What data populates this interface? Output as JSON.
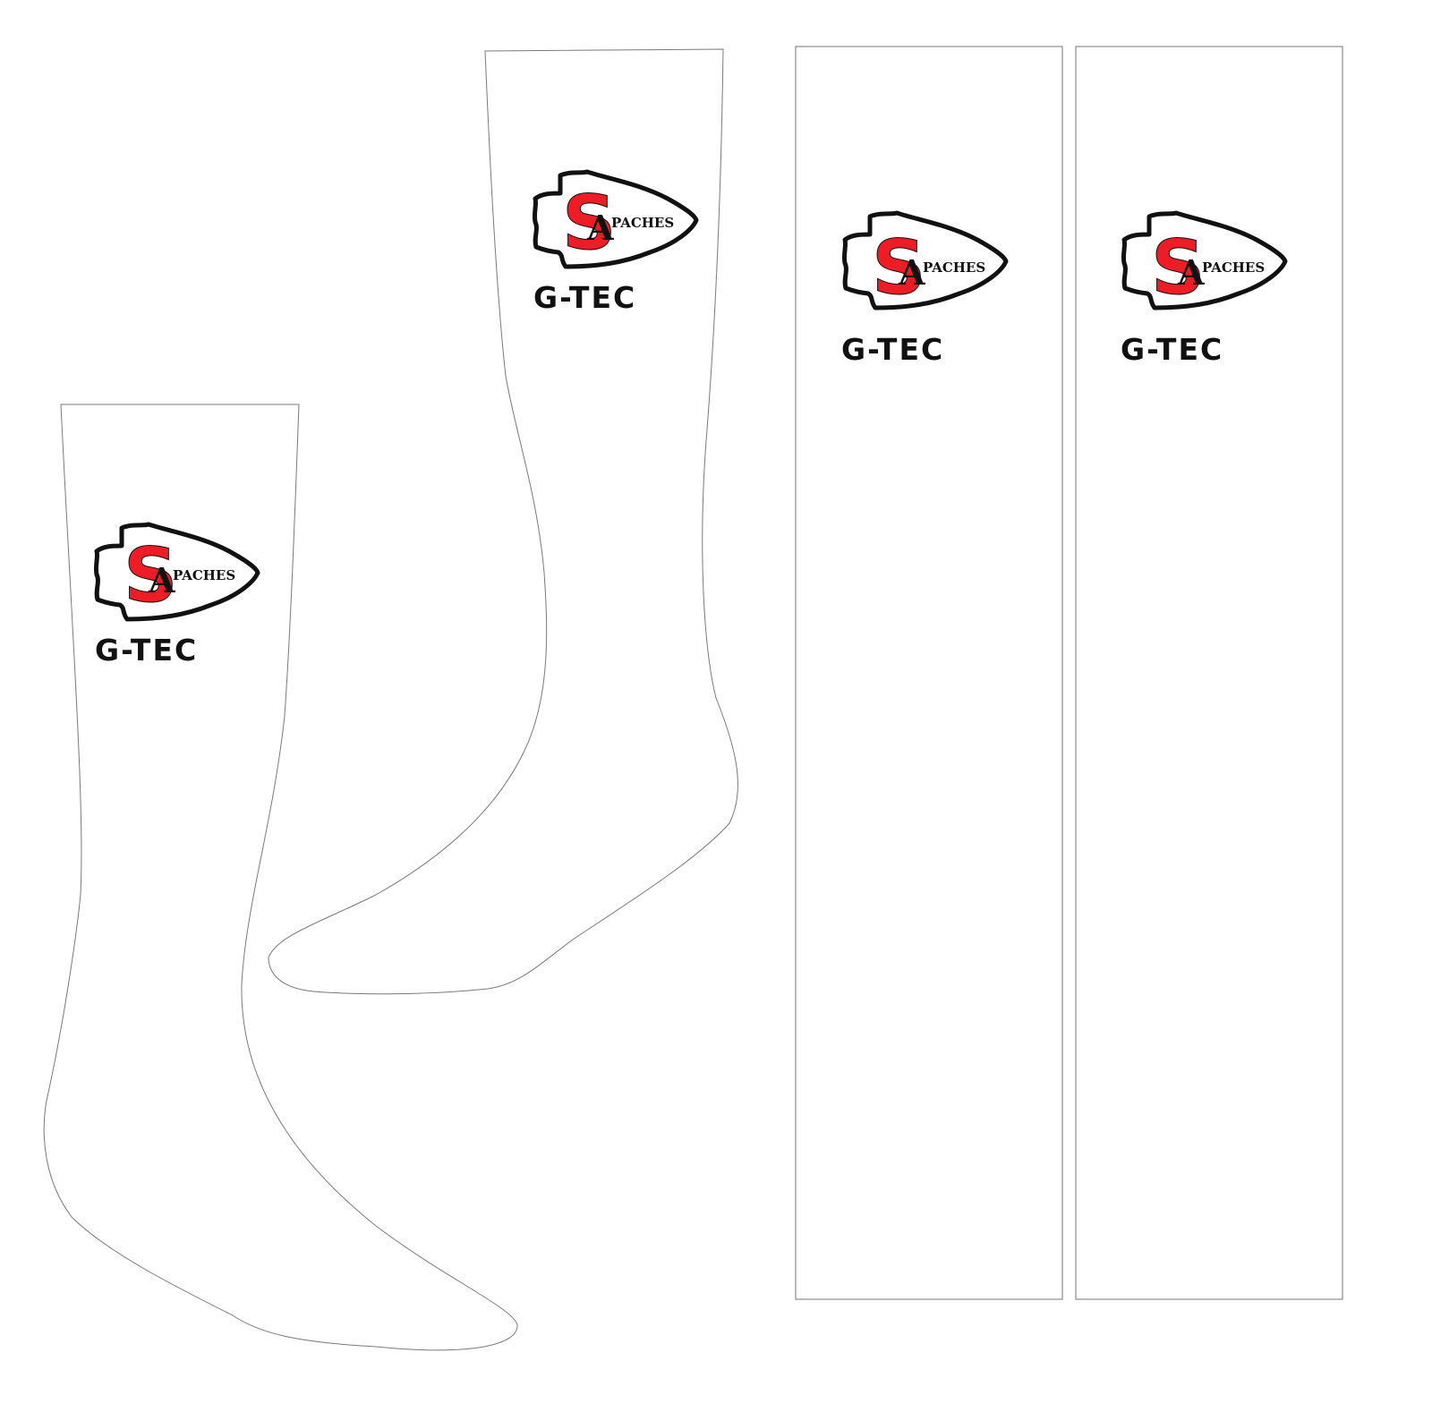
{
  "logo": {
    "initial": "S",
    "mascot_initial": "A",
    "mascot_rest": "PACHES",
    "brand": "G-TEC"
  },
  "colors": {
    "logo_red": "#ee1c25",
    "logo_black": "#111111",
    "outline": "#7a7a7a"
  },
  "icons": [
    "arrowhead-logo-icon"
  ]
}
